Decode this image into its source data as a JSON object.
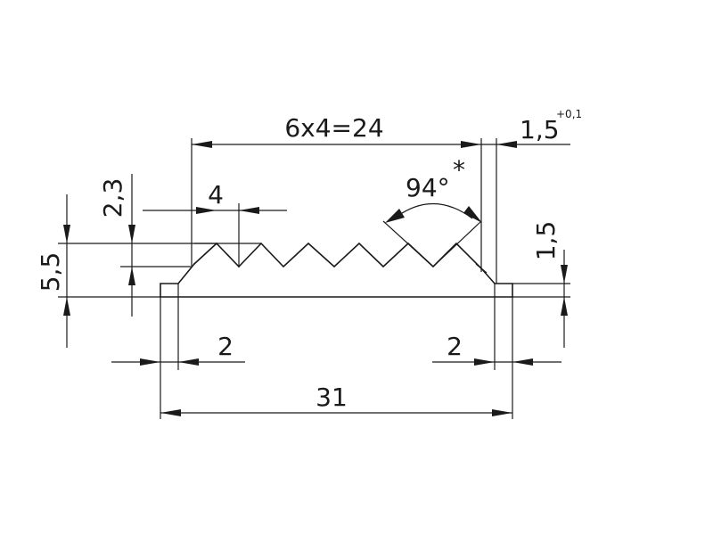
{
  "dimensions": {
    "pitch_total": "6x4=24",
    "pitch": "4",
    "angle": "94°",
    "angle_mark": "*",
    "height_total": "5,5",
    "depth": "2,3",
    "lip_height": "1,5",
    "groove_width": "1,5",
    "groove_tolerance": "+0,1",
    "left_offset": "2",
    "right_offset": "2",
    "overall_length": "31"
  },
  "colors": {
    "line": "#1a1a1a",
    "background": "#ffffff"
  }
}
